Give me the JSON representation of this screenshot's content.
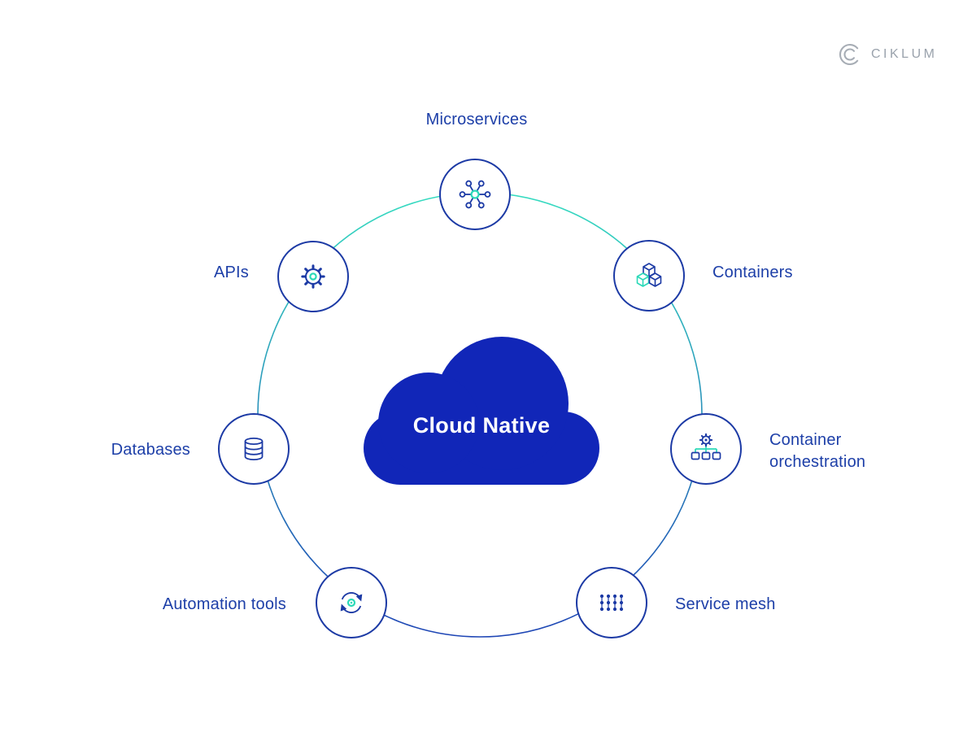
{
  "title": "Cloud Native",
  "logo": {
    "text": "CIKLUM"
  },
  "nodes": [
    {
      "id": "microservices",
      "label": "Microservices"
    },
    {
      "id": "apis",
      "label": "APIs"
    },
    {
      "id": "containers",
      "label": "Containers"
    },
    {
      "id": "databases",
      "label": "Databases"
    },
    {
      "id": "container-orchestration",
      "label": "Container orchestration"
    },
    {
      "id": "automation-tools",
      "label": "Automation tools"
    },
    {
      "id": "service-mesh",
      "label": "Service mesh"
    }
  ],
  "colors": {
    "node_border": "#1c3aa5",
    "label_text": "#1d3fa8",
    "cloud_fill": "#1126b8",
    "accent_teal": "#2bd9b8",
    "ring_gradient_top": "#35dcc0",
    "ring_gradient_bottom": "#1e45b5",
    "logo_gray": "#9aa2ac"
  }
}
